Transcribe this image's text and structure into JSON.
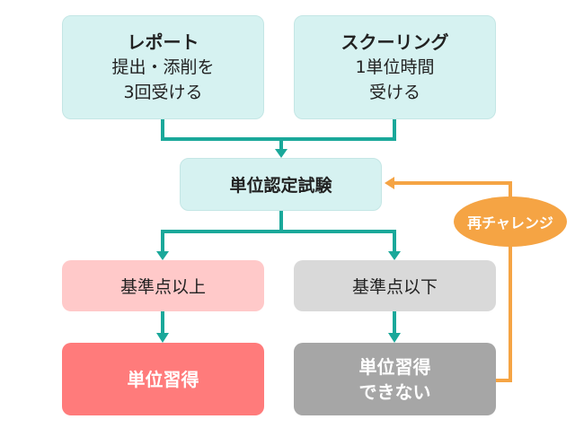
{
  "colors": {
    "flow_line": "#1aa89a",
    "retry_line": "#f5a444",
    "box_teal": "#d6f2f1",
    "box_pass_condition": "#ffc9c9",
    "box_fail_condition": "#d9d9d9",
    "box_credit": "#ff7b7b",
    "box_no_credit": "#a6a6a6"
  },
  "nodes": {
    "report": {
      "title": "レポート",
      "line1": "提出・添削を",
      "line2": "3回受ける"
    },
    "schooling": {
      "title": "スクーリング",
      "line1": "1単位時間",
      "line2": "受ける"
    },
    "exam": {
      "label": "単位認定試験"
    },
    "pass_condition": {
      "label": "基準点以上"
    },
    "fail_condition": {
      "label": "基準点以下"
    },
    "credit": {
      "label": "単位習得"
    },
    "no_credit": {
      "line1": "単位習得",
      "line2": "できない"
    },
    "rechallenge": {
      "label": "再チャレンジ"
    }
  }
}
